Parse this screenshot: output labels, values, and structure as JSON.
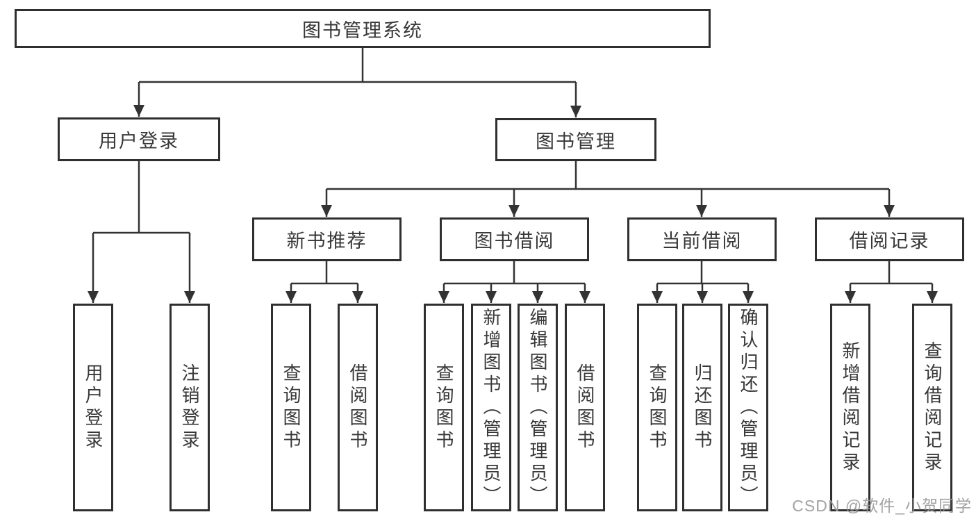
{
  "diagram": {
    "title": "图书管理系统",
    "branches": [
      {
        "label": "用户登录",
        "children": [
          {
            "label": "用户登录"
          },
          {
            "label": "注销登录"
          }
        ]
      },
      {
        "label": "图书管理",
        "children": [
          {
            "label": "新书推荐",
            "children": [
              {
                "label": "查询图书"
              },
              {
                "label": "借阅图书"
              }
            ]
          },
          {
            "label": "图书借阅",
            "children": [
              {
                "label": "查询图书"
              },
              {
                "label": "新增图书（管理员）"
              },
              {
                "label": "编辑图书（管理员）"
              },
              {
                "label": "借阅图书"
              }
            ]
          },
          {
            "label": "当前借阅",
            "children": [
              {
                "label": "查询图书"
              },
              {
                "label": "归还图书"
              },
              {
                "label": "确认归还（管理员）"
              }
            ]
          },
          {
            "label": "借阅记录",
            "children": [
              {
                "label": "新增借阅记录"
              },
              {
                "label": "查询借阅记录"
              }
            ]
          }
        ]
      }
    ]
  },
  "watermark": {
    "text": "CSDN @软件_小贺同学"
  },
  "colors": {
    "line": "#333333",
    "border": "#2f2f2f",
    "text": "#383838",
    "watermark": "#9b9b9b",
    "background": "#ffffff"
  }
}
